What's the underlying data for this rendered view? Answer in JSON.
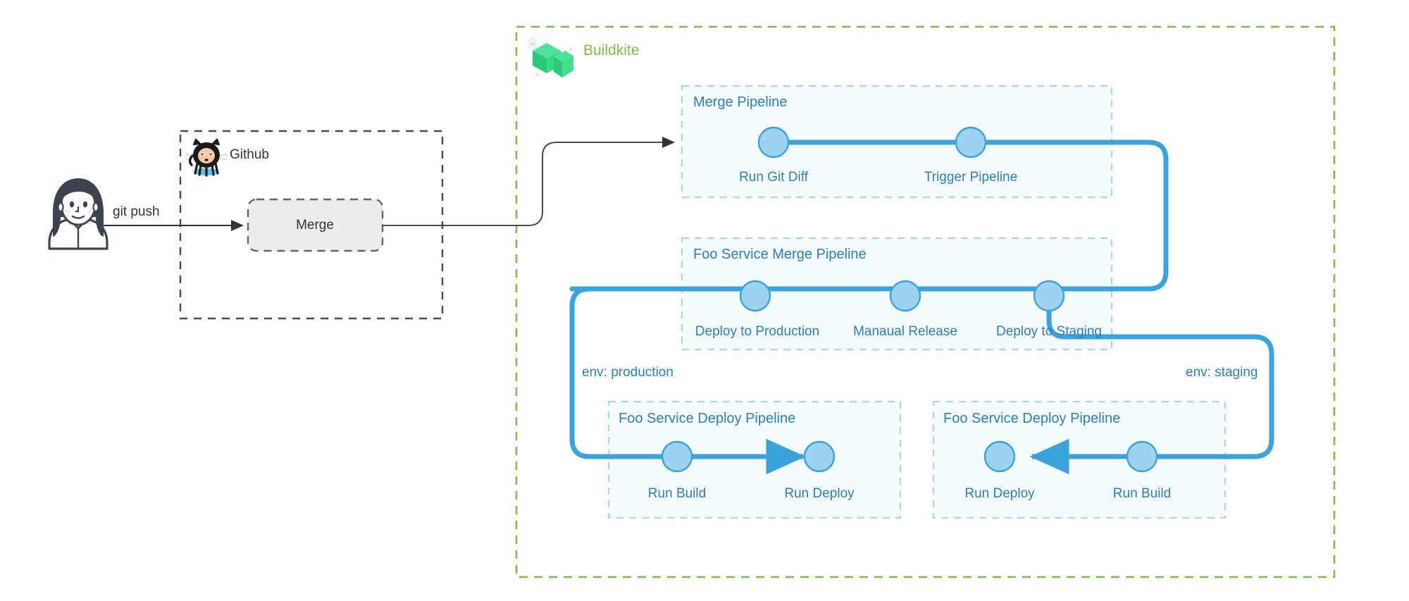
{
  "diagram": {
    "title": "CI/CD pipeline flow",
    "colors": {
      "pipeline_blue": "#3aa3dc",
      "node_fill": "#9dd3f0",
      "pipeline_box_fill": "#f6fbfe",
      "pipeline_box_border": "#a8d8f0",
      "buildkite_green": "#7cbd49",
      "merge_fill": "#ececec",
      "merge_border": "#666666",
      "text_blue": "#2c7fb8",
      "text_dark": "#333333",
      "avatar_navy": "#3d4450"
    }
  },
  "actor": {
    "name": "developer-avatar",
    "icon": "person-avatar-icon"
  },
  "edges": {
    "git_push_label": "git push"
  },
  "github_group": {
    "label": "Github",
    "icon": "github-octocat-icon",
    "merge_node": {
      "label": "Merge"
    }
  },
  "buildkite_group": {
    "label": "Buildkite",
    "icon": "buildkite-logo-icon",
    "env_labels": {
      "production": "env: production",
      "staging": "env: staging"
    },
    "pipelines": [
      {
        "id": "merge-pipeline",
        "title": "Merge Pipeline",
        "steps": [
          {
            "label": "Run Git Diff"
          },
          {
            "label": "Trigger Pipeline"
          }
        ]
      },
      {
        "id": "foo-service-merge-pipeline",
        "title": "Foo Service Merge Pipeline",
        "steps": [
          {
            "label": "Deploy to Production"
          },
          {
            "label": "Manaual Release"
          },
          {
            "label": "Deploy to Staging"
          }
        ]
      },
      {
        "id": "foo-service-deploy-pipeline-production",
        "title": "Foo Service Deploy Pipeline",
        "steps": [
          {
            "label": "Run Build"
          },
          {
            "label": "Run Deploy"
          }
        ]
      },
      {
        "id": "foo-service-deploy-pipeline-staging",
        "title": "Foo Service Deploy Pipeline",
        "steps": [
          {
            "label": "Run Deploy"
          },
          {
            "label": "Run Build"
          }
        ]
      }
    ]
  }
}
